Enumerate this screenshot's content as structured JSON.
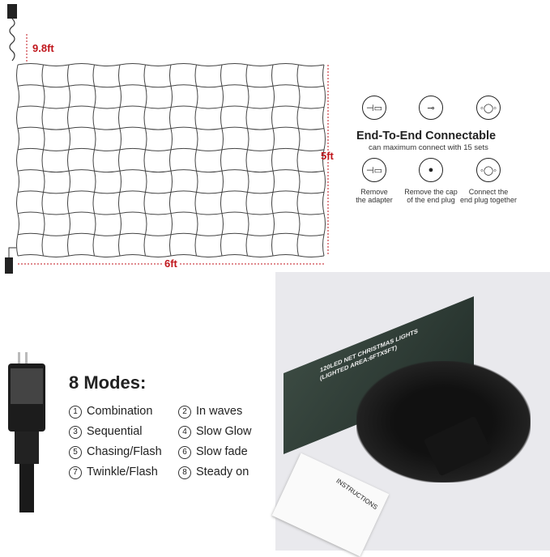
{
  "dimensions": {
    "drop": "9.8ft",
    "height": "5ft",
    "width": "6ft"
  },
  "connect": {
    "title": "End-To-End Connectable",
    "subtitle": "can maximum connect with 15 sets",
    "steps": [
      {
        "icon": "adapter-icon",
        "label1": "Remove",
        "label2": "the adapter"
      },
      {
        "icon": "end-cap-icon",
        "label1": "Remove the cap",
        "label2": "of the end plug"
      },
      {
        "icon": "connector-icon",
        "label1": "Connect the",
        "label2": "end plug together"
      }
    ]
  },
  "modes": {
    "title": "8 Modes:",
    "items": [
      {
        "num": "1",
        "label": "Combination"
      },
      {
        "num": "2",
        "label": "In waves"
      },
      {
        "num": "3",
        "label": "Sequential"
      },
      {
        "num": "4",
        "label": "Slow Glow"
      },
      {
        "num": "5",
        "label": "Chasing/Flash"
      },
      {
        "num": "6",
        "label": "Slow fade"
      },
      {
        "num": "7",
        "label": "Twinkle/Flash"
      },
      {
        "num": "8",
        "label": "Steady on"
      }
    ]
  },
  "box": {
    "line1": "120LED NET CHRISTMAS LIGHTS",
    "line2": "(LIGHTED AREA:6FTX5FT)"
  },
  "instructions": "INSTRUCTIONS",
  "colors": {
    "accent": "#c0161c",
    "box": "#2c3a33"
  }
}
